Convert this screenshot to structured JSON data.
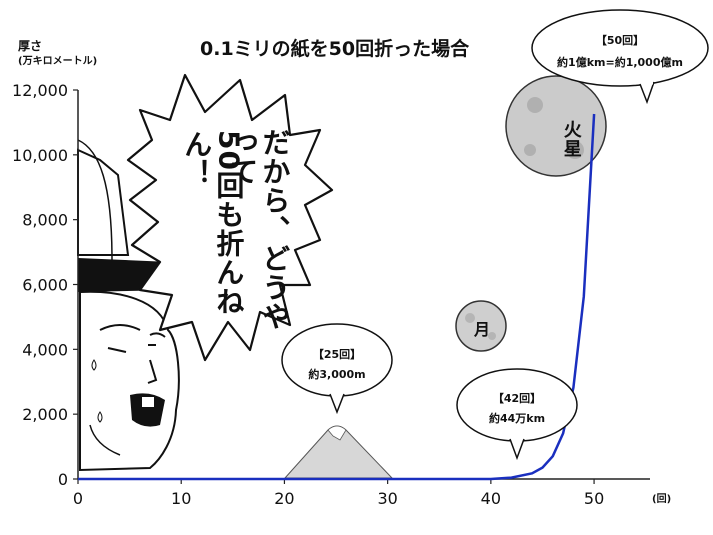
{
  "title": "0.1ミリの紙を50回折った場合",
  "y_axis_label": "厚さ",
  "y_axis_unit": "(万キロメートル)",
  "x_axis_unit": "(回)",
  "chart_data": {
    "type": "line",
    "title": "0.1ミリの紙を50回折った場合",
    "ylabel": "厚さ (万キロメートル)",
    "xlabel": "(回)",
    "xlim": [
      0,
      56
    ],
    "ylim": [
      0,
      12000
    ],
    "x_ticks": [
      0,
      10,
      20,
      30,
      40,
      50
    ],
    "y_ticks": [
      0,
      2000,
      4000,
      6000,
      8000,
      10000,
      12000
    ],
    "y_tick_labels": [
      "0",
      "2,000",
      "4,000",
      "6,000",
      "8,000",
      "10,000",
      "12,000"
    ],
    "series": [
      {
        "color": "#1a2fbf",
        "points": [
          [
            0,
            0
          ],
          [
            10,
            0
          ],
          [
            20,
            0
          ],
          [
            30,
            0
          ],
          [
            40,
            1
          ],
          [
            42,
            44
          ],
          [
            44,
            176
          ],
          [
            45,
            352
          ],
          [
            46,
            704
          ],
          [
            47,
            1407
          ],
          [
            48,
            2815
          ],
          [
            49,
            5630
          ],
          [
            50,
            11259
          ]
        ]
      }
    ],
    "annotations": [
      {
        "label": "【25回】",
        "value": "約3,000m"
      },
      {
        "label": "【42回】",
        "value": "約44万km"
      },
      {
        "label": "【50回】",
        "value": "約1億km=約1,000億m"
      }
    ],
    "grid": false
  },
  "speech_bubble_text": [
    "だから、どうやって",
    "50回も折んねん！"
  ],
  "moon_label": "月",
  "mars_label": "火星",
  "colors": {
    "line": "#1a2fbf",
    "axis": "#222222"
  }
}
